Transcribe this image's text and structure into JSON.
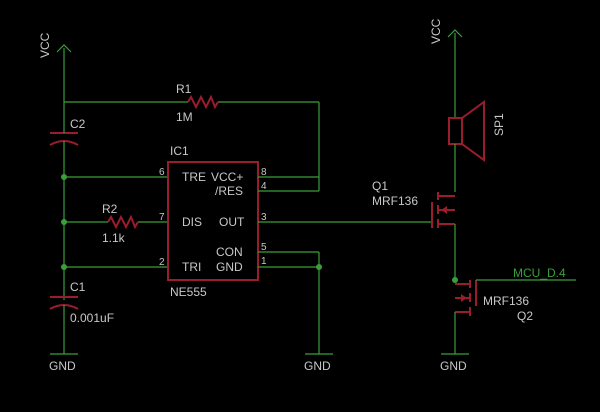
{
  "diagram": {
    "supplies": {
      "vcc_left": "VCC",
      "vcc_right": "VCC"
    },
    "grounds": {
      "gnd_left": "GND",
      "gnd_mid": "GND",
      "gnd_right": "GND"
    },
    "components": {
      "r1": {
        "name": "R1",
        "value": "1M"
      },
      "r2": {
        "name": "R2",
        "value": "1.1k"
      },
      "c1": {
        "name": "C1",
        "value": "0.001uF"
      },
      "c2": {
        "name": "C2"
      },
      "ic1": {
        "name": "IC1",
        "part": "NE555",
        "pins": {
          "tre": "TRE",
          "vcc": "VCC+",
          "res": "/RES",
          "dis": "DIS",
          "out": "OUT",
          "con": "CON",
          "tri": "TRI",
          "gnd": "GND"
        },
        "pin_numbers": {
          "p6": "6",
          "p8": "8",
          "p4": "4",
          "p7": "7",
          "p3": "3",
          "p5": "5",
          "p2": "2",
          "p1": "1"
        }
      },
      "q1": {
        "name": "Q1",
        "part": "MRF136"
      },
      "q2": {
        "name": "Q2",
        "part": "MRF136"
      },
      "sp1": {
        "name": "SP1"
      }
    },
    "net_labels": {
      "mcu": "MCU_D.4"
    },
    "colors": {
      "wire": "#3a9e3a",
      "component": "#9b1c2c",
      "text": "#c8c8c8",
      "background": "#000000"
    }
  }
}
